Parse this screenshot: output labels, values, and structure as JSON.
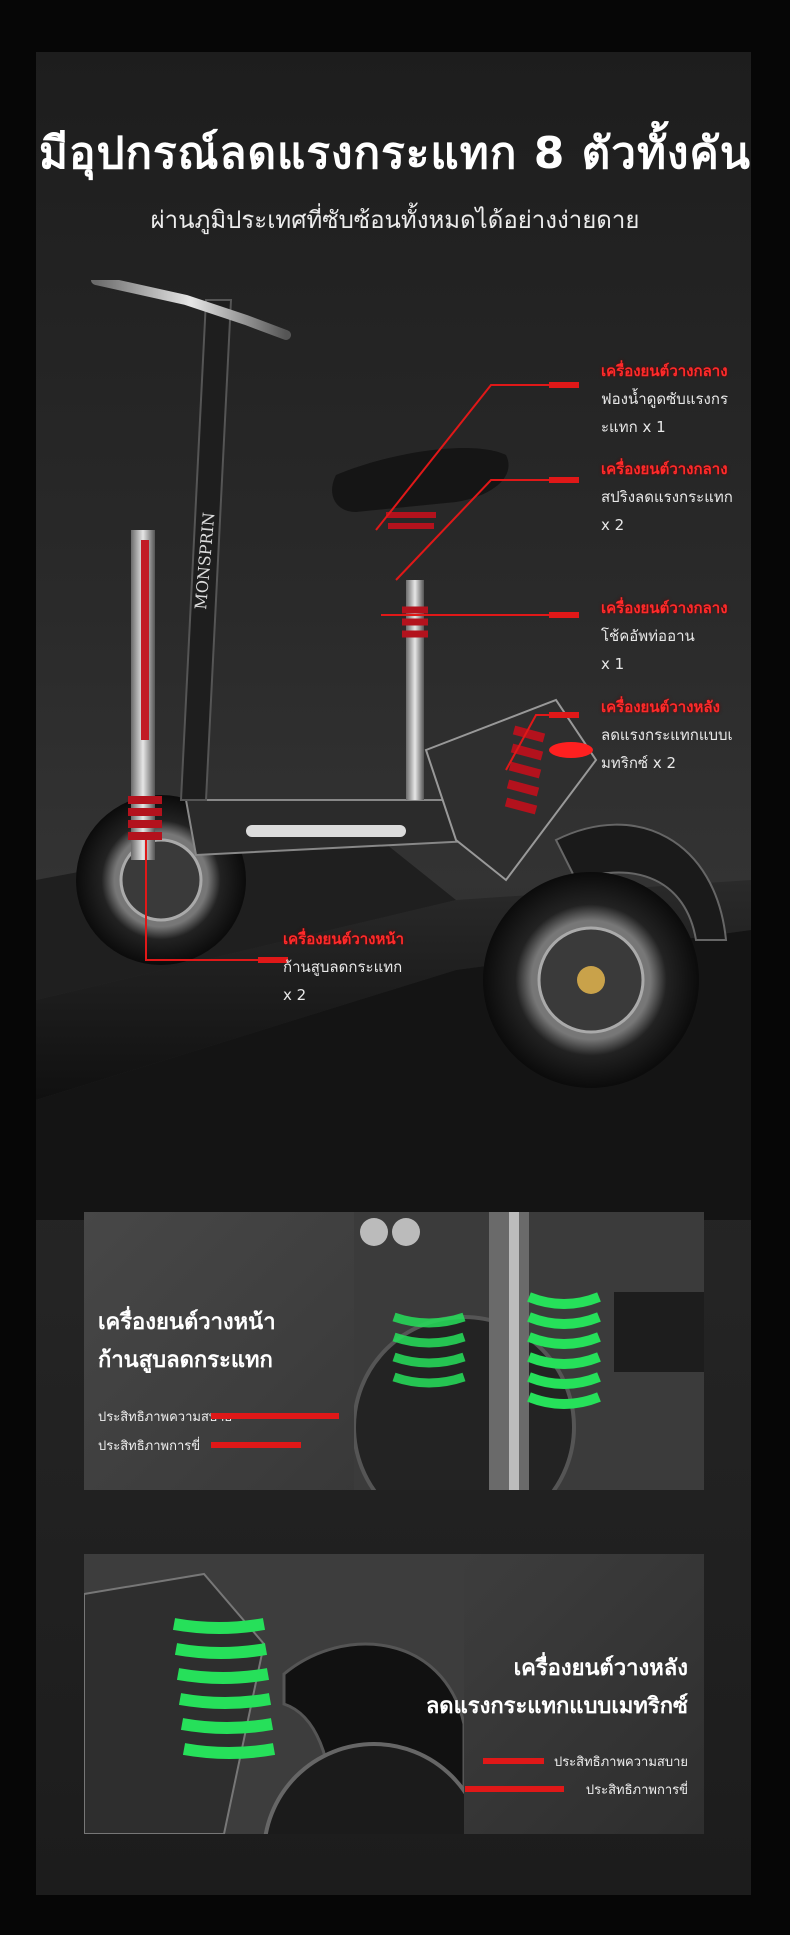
{
  "header": {
    "title": "มีอุปกรณ์ลดแรงกระแทก 8 ตัวทั้งคัน",
    "subtitle": "ผ่านภูมิประเทศที่ซับซ้อนทั้งหมดได้อย่างง่ายดาย"
  },
  "hero": {
    "brand_text": "MONSPRIN",
    "callouts": [
      {
        "title": "เครื่องยนต์วางกลาง",
        "desc": "ฟองน้ำดูดซับแรงกร\nะแทก x 1"
      },
      {
        "title": "เครื่องยนต์วางกลาง",
        "desc": "สปริงลดแรงกระแทก\nx 2"
      },
      {
        "title": "เครื่องยนต์วางกลาง",
        "desc": "โช้คอัพท่ออาน\nx 1"
      },
      {
        "title": "เครื่องยนต์วางหลัง",
        "desc": "ลดแรงกระแทกแบบเ\nมทริกซ์  x 2"
      },
      {
        "title": "เครื่องยนต์วางหน้า",
        "desc": "ก้านสูบลดกระแทก\nx 2"
      }
    ]
  },
  "front_card": {
    "title_line1": "เครื่องยนต์วางหน้า",
    "title_line2": "ก้านสูบลดกระแทก",
    "metrics": [
      {
        "label": "ประสิทธิภาพความสบาย",
        "level": 0.85
      },
      {
        "label": "ประสิทธิภาพการขี่",
        "level": 0.6
      }
    ]
  },
  "rear_card": {
    "title_line1": "เครื่องยนต์วางหลัง",
    "title_line2": "ลดแรงกระแทกแบบเมทริกซ์",
    "metrics": [
      {
        "label": "ประสิทธิภาพความสบาย",
        "level": 0.55
      },
      {
        "label": "ประสิทธิภาพการขี่",
        "level": 0.9
      }
    ]
  },
  "colors": {
    "accent_red": "#e01818",
    "spring_red": "#b3121d",
    "xray_green": "#26e05a",
    "background": "#060606"
  }
}
